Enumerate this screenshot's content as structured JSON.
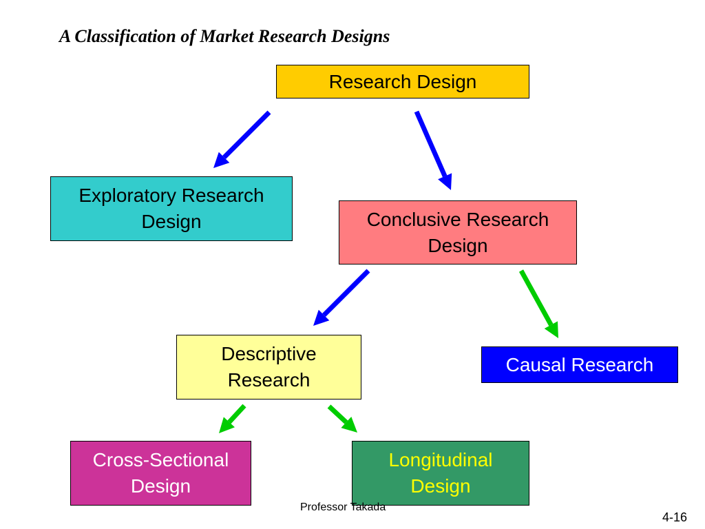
{
  "slide": {
    "title": "A Classification of Market Research Designs",
    "footer": "Professor Takada",
    "slide_number": "4-16"
  },
  "nodes": {
    "research_design": {
      "lines": [
        "Research Design"
      ],
      "fill": "#FFCC00",
      "text_color": "#000000"
    },
    "exploratory": {
      "lines": [
        "Exploratory Research",
        "Design"
      ],
      "fill": "#33CCCC",
      "text_color": "#000000"
    },
    "conclusive": {
      "lines": [
        "Conclusive Research",
        "Design"
      ],
      "fill": "#FF7C80",
      "text_color": "#000000"
    },
    "descriptive": {
      "lines": [
        "Descriptive",
        "Research"
      ],
      "fill": "#FFFF99",
      "text_color": "#000000"
    },
    "causal": {
      "lines": [
        "Causal Research"
      ],
      "fill": "#0000FF",
      "text_color": "#FFFFFF"
    },
    "cross_sectional": {
      "lines": [
        "Cross-Sectional",
        "Design"
      ],
      "fill": "#CC3399",
      "text_color": "#FFFFFF"
    },
    "longitudinal": {
      "lines": [
        "Longitudinal",
        "Design"
      ],
      "fill": "#339966",
      "text_color": "#FFFF00"
    }
  },
  "edges": [
    {
      "from": "research_design",
      "to": "exploratory",
      "color": "#0000FF"
    },
    {
      "from": "research_design",
      "to": "conclusive",
      "color": "#0000FF"
    },
    {
      "from": "conclusive",
      "to": "descriptive",
      "color": "#0000FF"
    },
    {
      "from": "conclusive",
      "to": "causal",
      "color": "#00CC00"
    },
    {
      "from": "descriptive",
      "to": "cross_sectional",
      "color": "#00CC00"
    },
    {
      "from": "descriptive",
      "to": "longitudinal",
      "color": "#00CC00"
    }
  ]
}
